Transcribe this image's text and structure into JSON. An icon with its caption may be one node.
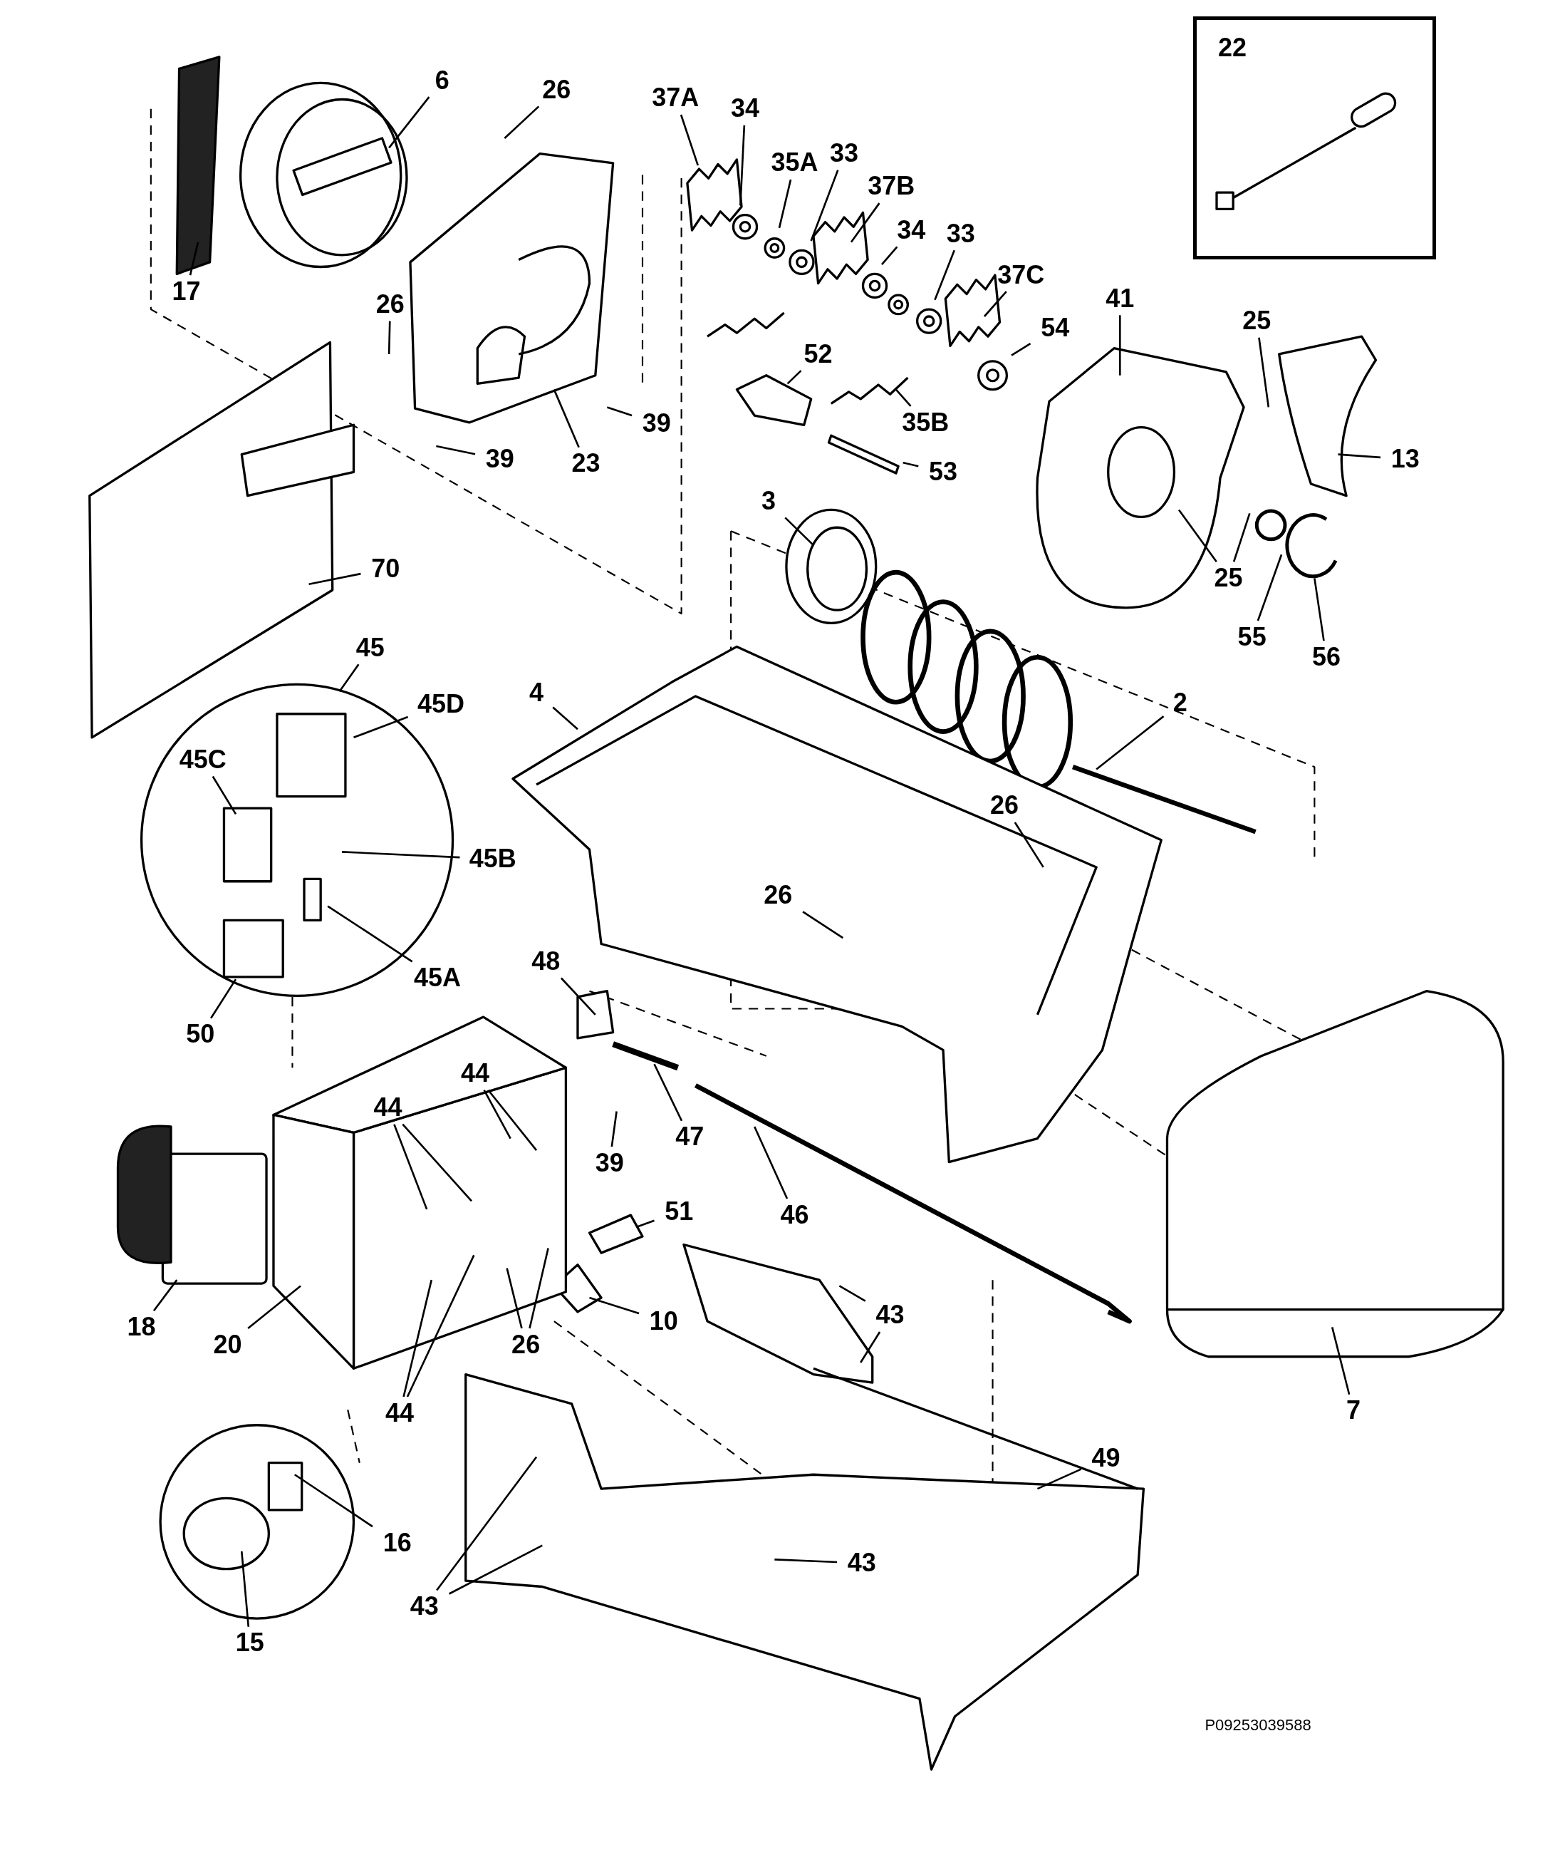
{
  "diagram": {
    "nodes": [
      {
        "text": [
          "6"
        ]
      },
      {
        "text": [
          "26"
        ]
      },
      {
        "text": [
          "17"
        ]
      },
      {
        "text": [
          "37A"
        ]
      },
      {
        "text": [
          "34"
        ]
      },
      {
        "text": [
          "35A"
        ]
      },
      {
        "text": [
          "33"
        ]
      },
      {
        "text": [
          "37B"
        ]
      },
      {
        "text": [
          "34"
        ]
      },
      {
        "text": [
          "33"
        ]
      },
      {
        "text": [
          "37C"
        ]
      },
      {
        "text": [
          "54"
        ]
      },
      {
        "text": [
          "41"
        ]
      },
      {
        "text": [
          "25"
        ]
      },
      {
        "text": [
          "13"
        ]
      },
      {
        "text": [
          "52"
        ]
      },
      {
        "text": [
          "35B"
        ]
      },
      {
        "text": [
          "53"
        ]
      },
      {
        "text": [
          "26"
        ]
      },
      {
        "text": [
          "39"
        ]
      },
      {
        "text": [
          "39"
        ]
      },
      {
        "text": [
          "23"
        ]
      },
      {
        "text": [
          "25"
        ]
      },
      {
        "text": [
          "55"
        ]
      },
      {
        "text": [
          "56"
        ]
      },
      {
        "text": [
          "3"
        ]
      },
      {
        "text": [
          "70"
        ]
      },
      {
        "text": [
          "45"
        ]
      },
      {
        "text": [
          "45D"
        ]
      },
      {
        "text": [
          "45C"
        ]
      },
      {
        "text": [
          "4"
        ]
      },
      {
        "text": [
          "2"
        ]
      },
      {
        "text": [
          "45B"
        ]
      },
      {
        "text": [
          "45A"
        ]
      },
      {
        "text": [
          "26"
        ]
      },
      {
        "text": [
          "26"
        ]
      },
      {
        "text": [
          "48"
        ]
      },
      {
        "text": [
          "50"
        ]
      },
      {
        "text": [
          "44"
        ]
      },
      {
        "text": [
          "44"
        ]
      },
      {
        "text": [
          "47"
        ]
      },
      {
        "text": [
          "39"
        ]
      },
      {
        "text": [
          "46"
        ]
      },
      {
        "text": [
          "51"
        ]
      },
      {
        "text": [
          "10"
        ]
      },
      {
        "text": [
          "43"
        ]
      },
      {
        "text": [
          "18"
        ]
      },
      {
        "text": [
          "20"
        ]
      },
      {
        "text": [
          "26"
        ]
      },
      {
        "text": [
          "7"
        ]
      },
      {
        "text": [
          "44"
        ]
      },
      {
        "text": [
          "49"
        ]
      },
      {
        "text": [
          "16"
        ]
      },
      {
        "text": [
          "43"
        ]
      },
      {
        "text": [
          "43"
        ]
      },
      {
        "text": [
          "15"
        ]
      },
      {
        "text": [
          "22"
        ]
      }
    ],
    "edges": [
      {
        "from": 0,
        "to": null,
        "arrow": "none"
      },
      {
        "from": 1,
        "to": null,
        "arrow": "none"
      },
      {
        "from": 2,
        "to": null,
        "arrow": "none"
      },
      {
        "from": 3,
        "to": null,
        "arrow": "none"
      },
      {
        "from": 4,
        "to": null,
        "arrow": "none"
      },
      {
        "from": 5,
        "to": null,
        "arrow": "none"
      },
      {
        "from": 6,
        "to": null,
        "arrow": "none"
      },
      {
        "from": 7,
        "to": null,
        "arrow": "none"
      },
      {
        "from": 8,
        "to": null,
        "arrow": "none"
      },
      {
        "from": 9,
        "to": null,
        "arrow": "none"
      },
      {
        "from": 10,
        "to": null,
        "arrow": "none"
      },
      {
        "from": 11,
        "to": null,
        "arrow": "none"
      },
      {
        "from": 12,
        "to": null,
        "arrow": "none"
      },
      {
        "from": 13,
        "to": null,
        "arrow": "none"
      },
      {
        "from": 14,
        "to": null,
        "arrow": "none"
      },
      {
        "from": 15,
        "to": null,
        "arrow": "none"
      },
      {
        "from": 16,
        "to": null,
        "arrow": "none"
      },
      {
        "from": 17,
        "to": null,
        "arrow": "none"
      },
      {
        "from": 18,
        "to": null,
        "arrow": "none"
      },
      {
        "from": 19,
        "to": null,
        "arrow": "none"
      },
      {
        "from": 20,
        "to": null,
        "arrow": "none"
      },
      {
        "from": 21,
        "to": null,
        "arrow": "none"
      },
      {
        "from": 22,
        "to": null,
        "arrow": "none"
      },
      {
        "from": 22,
        "to": null,
        "arrow": "none"
      },
      {
        "from": 23,
        "to": null,
        "arrow": "none"
      },
      {
        "from": 24,
        "to": null,
        "arrow": "none"
      },
      {
        "from": 25,
        "to": null,
        "arrow": "none"
      },
      {
        "from": 26,
        "to": null,
        "arrow": "none"
      },
      {
        "from": 27,
        "to": null,
        "arrow": "none"
      },
      {
        "from": 28,
        "to": null,
        "arrow": "none"
      },
      {
        "from": 29,
        "to": null,
        "arrow": "none"
      },
      {
        "from": 30,
        "to": null,
        "arrow": "none"
      },
      {
        "from": 31,
        "to": null,
        "arrow": "none"
      },
      {
        "from": 32,
        "to": null,
        "arrow": "none"
      },
      {
        "from": 33,
        "to": null,
        "arrow": "none"
      },
      {
        "from": 34,
        "to": null,
        "arrow": "none"
      },
      {
        "from": 35,
        "to": null,
        "arrow": "none"
      },
      {
        "from": 36,
        "to": null,
        "arrow": "none"
      },
      {
        "from": 37,
        "to": null,
        "arrow": "none"
      },
      {
        "from": 38,
        "to": null,
        "arrow": "none"
      },
      {
        "from": 38,
        "to": null,
        "arrow": "none"
      },
      {
        "from": 39,
        "to": null,
        "arrow": "none"
      },
      {
        "from": 39,
        "to": null,
        "arrow": "none"
      },
      {
        "from": 40,
        "to": null,
        "arrow": "none"
      },
      {
        "from": 41,
        "to": null,
        "arrow": "none"
      },
      {
        "from": 42,
        "to": null,
        "arrow": "none"
      },
      {
        "from": 43,
        "to": null,
        "arrow": "none"
      },
      {
        "from": 44,
        "to": null,
        "arrow": "none"
      },
      {
        "from": 45,
        "to": null,
        "arrow": "none"
      },
      {
        "from": 45,
        "to": null,
        "arrow": "none"
      },
      {
        "from": 46,
        "to": null,
        "arrow": "none"
      },
      {
        "from": 47,
        "to": null,
        "arrow": "none"
      },
      {
        "from": 48,
        "to": null,
        "arrow": "none"
      },
      {
        "from": 48,
        "to": null,
        "arrow": "none"
      },
      {
        "from": 49,
        "to": null,
        "arrow": "none"
      },
      {
        "from": 50,
        "to": null,
        "arrow": "none"
      },
      {
        "from": 50,
        "to": null,
        "arrow": "none"
      },
      {
        "from": 51,
        "to": null,
        "arrow": "none"
      },
      {
        "from": 52,
        "to": null,
        "arrow": "none"
      },
      {
        "from": 53,
        "to": null,
        "arrow": "none"
      },
      {
        "from": 54,
        "to": null,
        "arrow": "none"
      },
      {
        "from": 54,
        "to": null,
        "arrow": "none"
      },
      {
        "from": 55,
        "to": null,
        "arrow": "none"
      }
    ],
    "labels": [
      "P09253039588"
    ]
  }
}
